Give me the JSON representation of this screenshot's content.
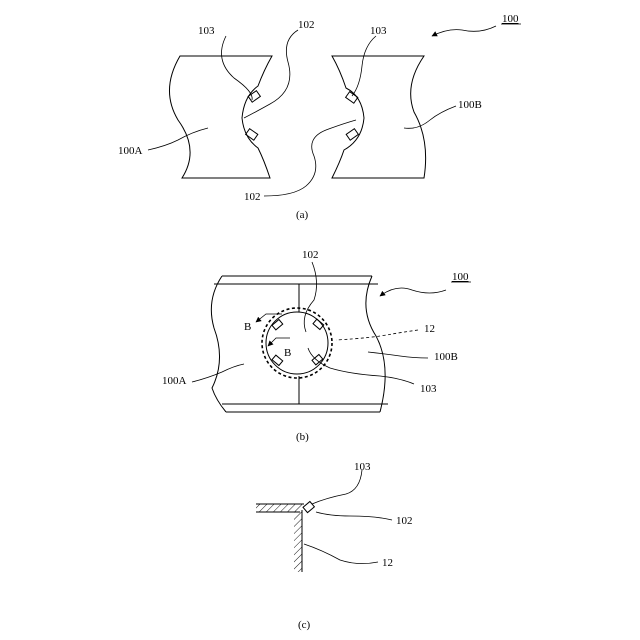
{
  "panel_a": {
    "ref_100": "100",
    "ref_100A": "100A",
    "ref_100B": "100B",
    "ref_102_top": "102",
    "ref_102_bottom": "102",
    "ref_103_left": "103",
    "ref_103_right": "103",
    "caption": "(a)"
  },
  "panel_b": {
    "ref_100": "100",
    "ref_102": "102",
    "ref_12": "12",
    "ref_100A": "100A",
    "ref_100B": "100B",
    "ref_103": "103",
    "section_mark_1": "B",
    "section_mark_2": "B",
    "caption": "(b)"
  },
  "panel_c": {
    "ref_103": "103",
    "ref_102": "102",
    "ref_12": "12",
    "caption": "(c)"
  }
}
